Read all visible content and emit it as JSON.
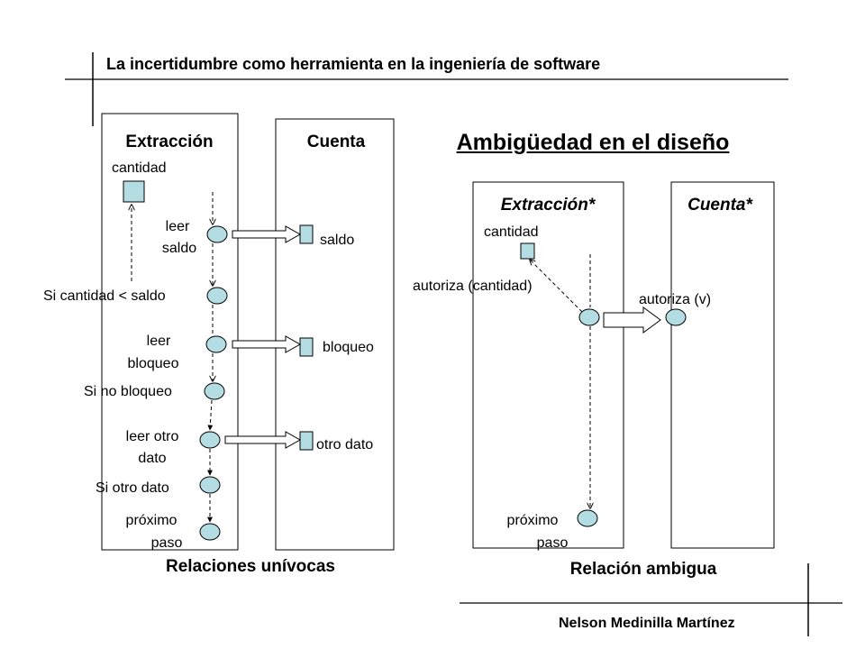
{
  "header": {
    "title": "La incertidumbre como herramienta en la ingeniería de software",
    "author": "Nelson Medinilla Martínez"
  },
  "left": {
    "col1_title": "Extracción",
    "col2_title": "Cuenta",
    "cantidad": "cantidad",
    "leer_saldo_1": "leer",
    "leer_saldo_2": "saldo",
    "si_cantidad": "Si cantidad < saldo",
    "leer_bloqueo_1": "leer",
    "leer_bloqueo_2": "bloqueo",
    "si_no_bloqueo": "Si no bloqueo",
    "leer_otro_1": "leer otro",
    "leer_otro_2": "dato",
    "si_otro_dato": "Si otro dato",
    "proximo_1": "próximo",
    "proximo_2": "paso",
    "saldo": "saldo",
    "bloqueo": "bloqueo",
    "otro_dato": "otro dato",
    "caption": "Relaciones unívocas"
  },
  "right": {
    "heading": "Ambigüedad en el diseño",
    "col1_title": "Extracción*",
    "col2_title": "Cuenta*",
    "cantidad": "cantidad",
    "autoriza_cantidad": "autoriza (cantidad)",
    "autoriza_v": "autoriza (v)",
    "proximo_1": "próximo",
    "proximo_2": "paso",
    "caption": "Relación ambigua"
  },
  "colors": {
    "shape_fill": "#b3dde2",
    "ink": "#000000"
  }
}
